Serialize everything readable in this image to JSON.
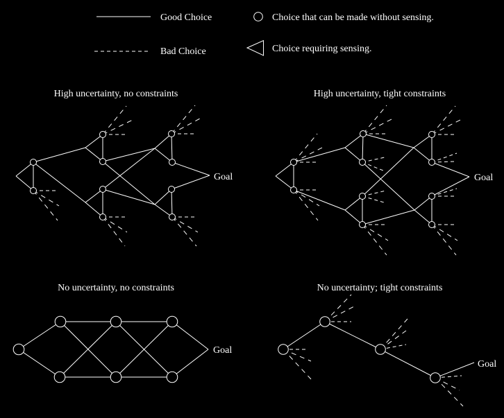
{
  "page": {
    "background_color": "#000000",
    "stroke_color": "#ffffff",
    "figure_type": "decision-network comparison diagram, white line art on black"
  },
  "legend": {
    "good_choice_label": "Good Choice",
    "bad_choice_label": "Bad Choice",
    "no_sensing_label": "Choice that can be made without sensing.",
    "sensing_label": "Choice requiring sensing."
  },
  "panels": {
    "top_left": {
      "title": "High uncertainty, no constraints",
      "goal_label": "Goal",
      "description": "Three left-pointing sensing triangles per stage; inner circle options carry solid good-choice edges onward to the next sensing triangle, outer circle options spray dashed bad-choice branches; two solid paths converge on Goal."
    },
    "top_right": {
      "title": "High uncertainty, tight constraints",
      "goal_label": "Goal",
      "description": "Same sensing-triangle stages, but every circle option also has dashed bad-choice branches; only one solid good edge leaves each circle, crossing to the next triangle, converging on Goal."
    },
    "bottom_left": {
      "title": "No uncertainty, no constraints",
      "goal_label": "Goal",
      "description": "Plain lattice of circles joined only by solid good-choice edges (horizontals plus crossing diagonals) from a single start circle to Goal; no sensing triangles, no dashed branches."
    },
    "bottom_right": {
      "title": "No uncertainty; tight constraints",
      "goal_label": "Goal",
      "description": "Single zig-zag chain of four circles linked by solid good-choice edges to Goal; each circle sheds three dashed bad-choice branches; no sensing triangles."
    }
  }
}
